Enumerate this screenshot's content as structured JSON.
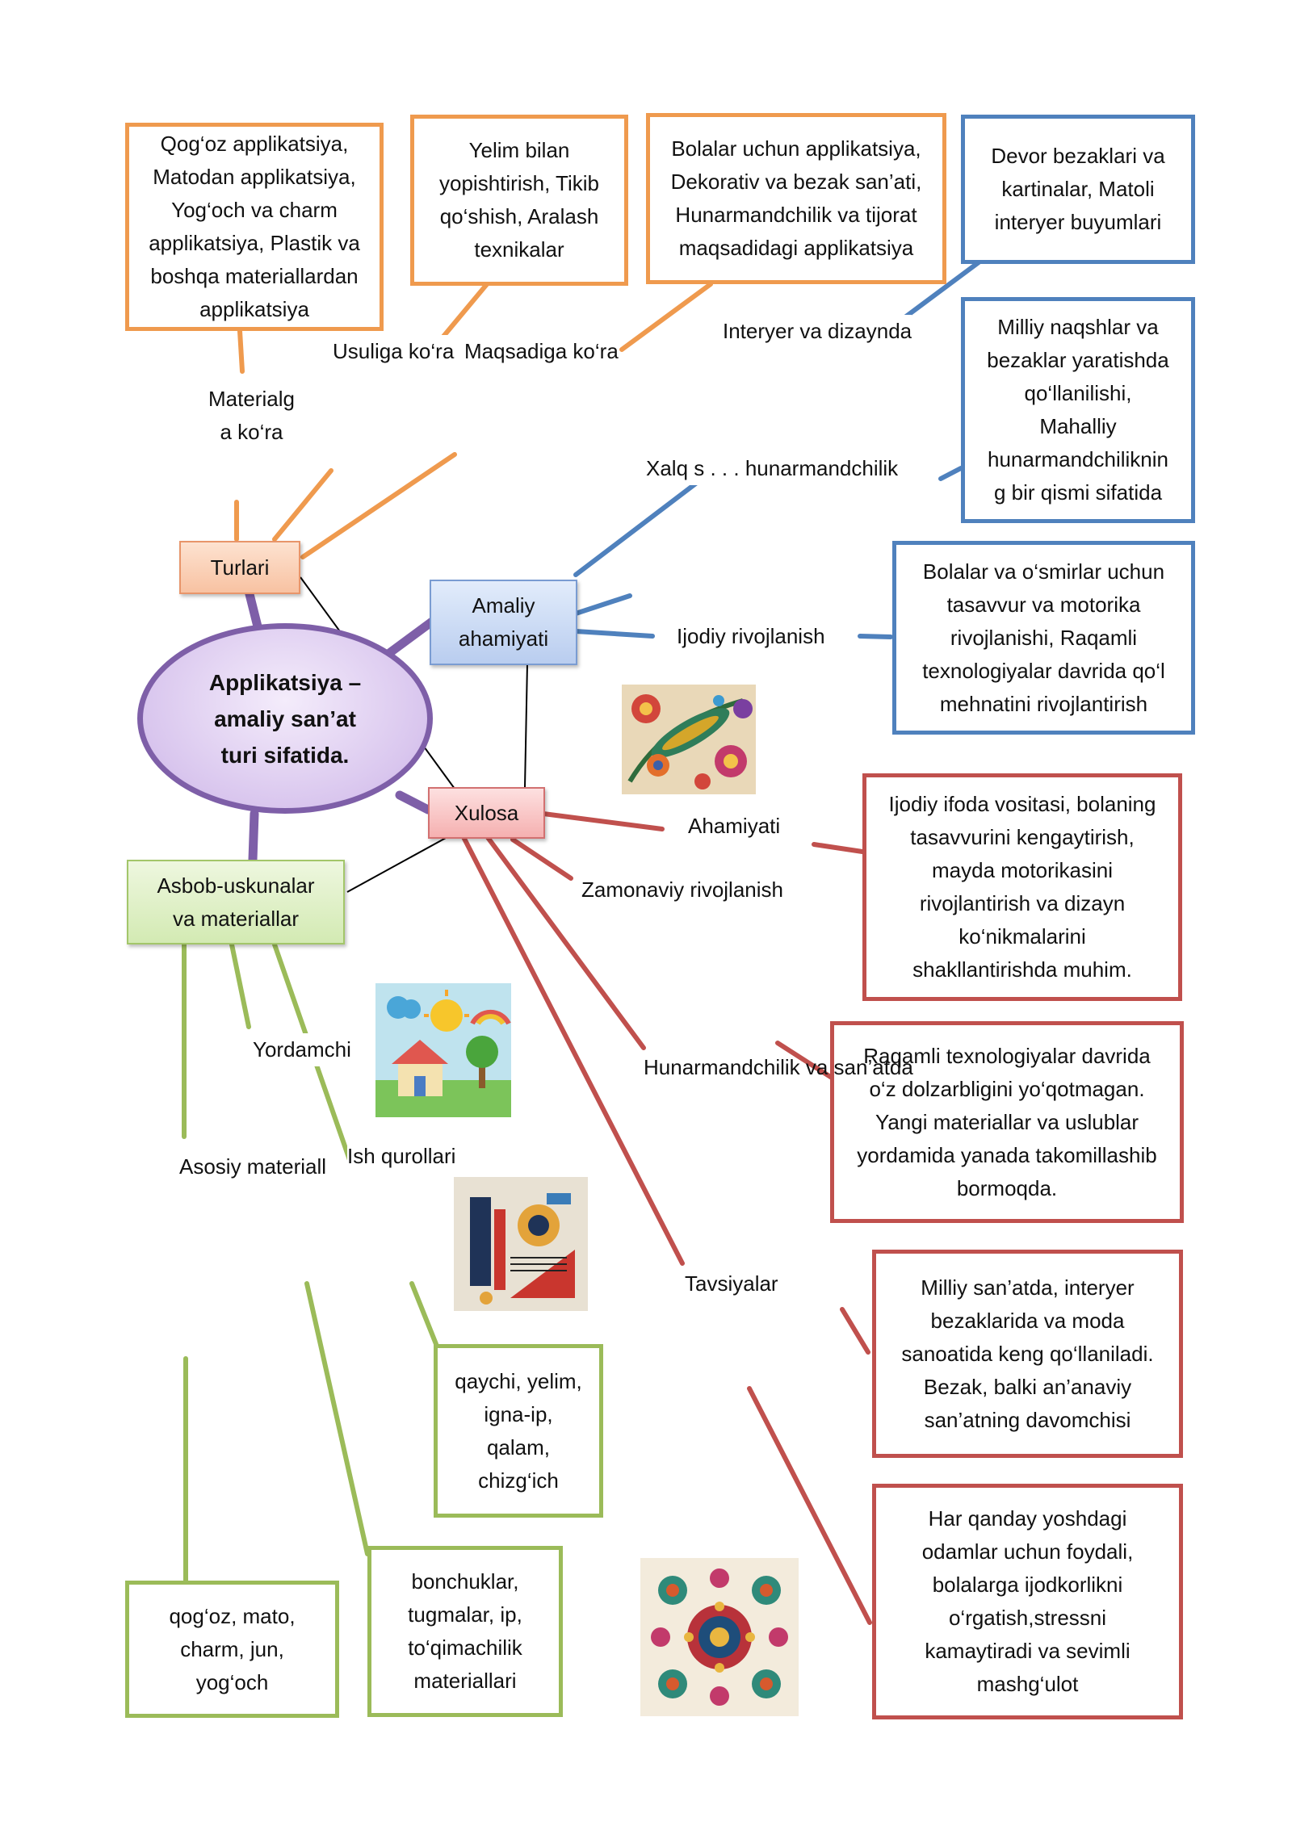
{
  "center": {
    "lines": [
      "Applikatsiya –",
      "amaliy san’at",
      "turi sifatida."
    ]
  },
  "nodes": {
    "turlari": "Turlari",
    "amaliy": [
      "Amaliy",
      "ahamiyati"
    ],
    "xulosa": "Xulosa",
    "asbob": [
      "Asbob-uskunalar",
      "va materiallar"
    ]
  },
  "labels": {
    "materialga": [
      "Materialg",
      "a ko‘ra"
    ],
    "usuliga": "Usuliga ko‘ra",
    "maqsadiga": "Maqsadiga ko‘ra",
    "interyer": "Interyer va dizaynda",
    "xalq": "Xalq s . . . hunarmandchilik",
    "ijodiy": "Ijodiy rivojlanish",
    "ahamiyati": "Ahamiyati",
    "zamonaviy": "Zamonaviy rivojlanish",
    "hunarmandchilik": "Hunarmandchilik va san’atda",
    "tavsiyalar": "Tavsiyalar",
    "yordamchi": "Yordamchi",
    "asosiy": "Asosiy materiall",
    "ishqurollari": "Ish qurollari"
  },
  "boxes": {
    "material_types": [
      "Qog‘oz applikatsiya,",
      "Matodan applikatsiya,",
      "Yog‘och va charm",
      "applikatsiya, Plastik va",
      "boshqa materiallardan",
      "applikatsiya"
    ],
    "method_types": [
      "Yelim bilan",
      "yopishtirish, Tikib",
      "qo‘shish, Aralash",
      "texnikalar"
    ],
    "purpose_types": [
      "Bolalar uchun applikatsiya,",
      "Dekorativ va bezak san’ati,",
      "Hunarmandchilik va tijorat",
      "maqsadidagi applikatsiya"
    ],
    "interior": [
      "Devor bezaklari va",
      "kartinalar, Matoli",
      "interyer buyumlari"
    ],
    "folk": [
      "Milliy naqshlar va",
      "bezaklar yaratishda",
      "qo‘llanilishi,",
      "Mahalliy",
      "hunarmandchiliknin",
      "g bir qismi sifatida"
    ],
    "creative": [
      "Bolalar va o‘smirlar uchun",
      "tasavvur va motorika",
      "rivojlanishi, Raqamli",
      "texnologiyalar davrida qo‘l",
      "mehnatini rivojlantirish"
    ],
    "importance": [
      "Ijodiy ifoda vositasi, bolaning",
      "tasavvurini kengaytirish,",
      "mayda motorikasini",
      "rivojlantirish va dizayn",
      "ko‘nikmalarini",
      "shakllantirishda muhim."
    ],
    "modern": [
      "Raqamli texnologiyalar davrida",
      "o‘z dolzarbligini yo‘qotmagan.",
      "Yangi materiallar va uslublar",
      "yordamida yanada takomillashib",
      "bormoqda."
    ],
    "crafts": [
      "Milliy san’atda, interyer",
      "bezaklarida va moda",
      "sanoatida keng qo‘llaniladi.",
      "Bezak, balki an’anaviy",
      "san’atning davomchisi"
    ],
    "recommend": [
      "Har qanday yoshdagi",
      "odamlar uchun foydali,",
      "bolalarga ijodkorlikni",
      "o‘rgatish,stressni",
      "kamaytiradi va sevimli",
      "mashg‘ulot"
    ],
    "tools": [
      "qaychi, yelim,",
      "igna-ip,",
      "qalam,",
      "chizg‘ich"
    ],
    "aux": [
      "bonchuklar,",
      "tugmalar, ip,",
      "to‘qimachilik",
      "materiallari"
    ],
    "main_mat": [
      "qog‘oz, mato,",
      "charm, jun,",
      "yog‘och"
    ]
  },
  "colors": {
    "orange": "#ef9a4e",
    "blue": "#4f81bd",
    "red": "#c0504d",
    "green": "#9bbb59",
    "purple": "#7e5fa8"
  },
  "images": [
    "floral-pattern-image",
    "children-applique-image",
    "geometric-art-image",
    "folk-ornament-image"
  ]
}
